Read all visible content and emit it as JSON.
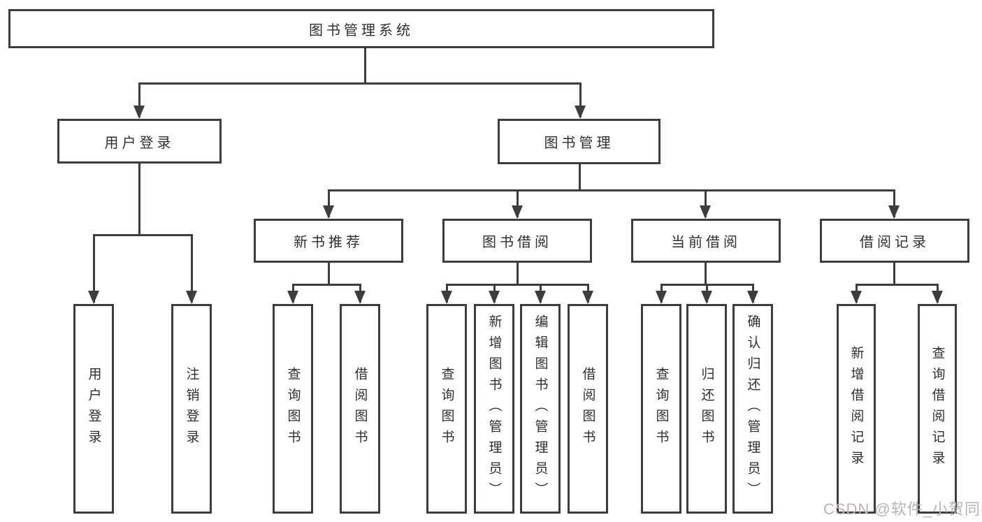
{
  "diagram_title": "图书管理系统",
  "tree": {
    "label": "图书管理系统",
    "children": [
      {
        "label": "用户登录",
        "children": [
          {
            "label": "用户登录"
          },
          {
            "label": "注销登录"
          }
        ]
      },
      {
        "label": "图书管理",
        "children": [
          {
            "label": "新书推荐",
            "children": [
              {
                "label": "查询图书"
              },
              {
                "label": "借阅图书"
              }
            ]
          },
          {
            "label": "图书借阅",
            "children": [
              {
                "label": "查询图书"
              },
              {
                "label": "新增图书（管理员）"
              },
              {
                "label": "编辑图书（管理员）"
              },
              {
                "label": "借阅图书"
              }
            ]
          },
          {
            "label": "当前借阅",
            "children": [
              {
                "label": "查询图书"
              },
              {
                "label": "归还图书"
              },
              {
                "label": "确认归还（管理员）"
              }
            ]
          },
          {
            "label": "借阅记录",
            "children": [
              {
                "label": "新增借阅记录"
              },
              {
                "label": "查询借阅记录"
              }
            ]
          }
        ]
      }
    ]
  },
  "watermark": "CSDN @软件_小贺同学",
  "colors": {
    "line": "#3d3d3d",
    "text": "#2f2f2f",
    "watermark": "#b9b4b4",
    "background": "#ffffff"
  }
}
